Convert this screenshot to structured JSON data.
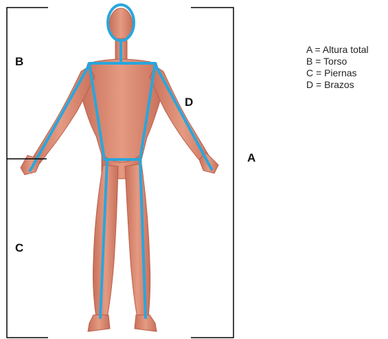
{
  "labels": {
    "a": "A",
    "b": "B",
    "c": "C",
    "d": "D"
  },
  "legend": [
    "A = Altura total",
    "B = Torso",
    "C = Piernas",
    "D = Brazos"
  ],
  "colors": {
    "skin": "#d9826b",
    "skin_shadow": "#b85f4c",
    "skeleton_line": "#29a6dd",
    "bracket": "#000000"
  }
}
